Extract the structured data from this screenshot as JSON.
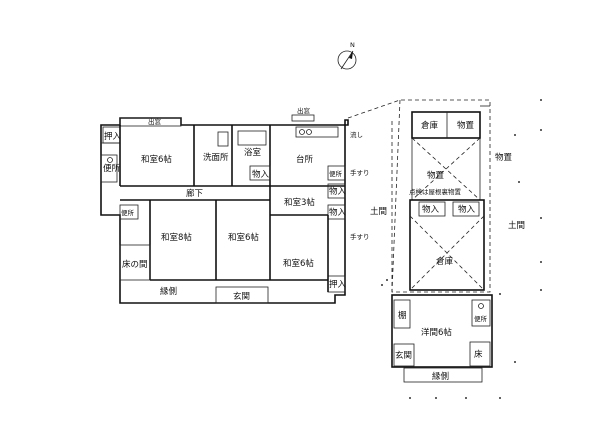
{
  "compass": {
    "label": "N"
  },
  "rooms": {
    "oshiire_nw": "押入",
    "washitsu6_n": "和室6帖",
    "benjo_w": "便所",
    "senmenjo": "洗面所",
    "yokushitsu": "浴室",
    "daidokoro": "台所",
    "nagashi": "流し",
    "mono_bath": "物入",
    "rouka": "廊下",
    "washitsu3": "和室3帖",
    "mono_r1": "物入",
    "mono_r2": "物入",
    "benjo_mid": "便所",
    "washitsu8": "和室8帖",
    "washitsu6_c": "和室6帖",
    "tokonoma": "床の間",
    "washitsu6_e": "和室6帖",
    "engawa_s": "縁側",
    "genkan_main": "玄関",
    "oshiire_e": "押入",
    "soko_n": "倉庫",
    "mono_n": "物置",
    "monooki_c": "物置",
    "tenken": "点検は屋根裏物置",
    "mono_s1": "物入",
    "mono_s2": "物入",
    "soko_c": "倉庫",
    "tana": "棚",
    "yoma": "洋間6帖",
    "benjo_e": "便所",
    "genkan_annex": "玄関",
    "yuka": "床",
    "engawa_annex": "縁側",
    "monooki_ext": "物置"
  },
  "labels": {
    "doma_left": "土間",
    "doma_right": "土間",
    "tesuri1": "手すり",
    "tesuri2": "手すり",
    "demado1": "出窓",
    "demado2": "出窓"
  }
}
